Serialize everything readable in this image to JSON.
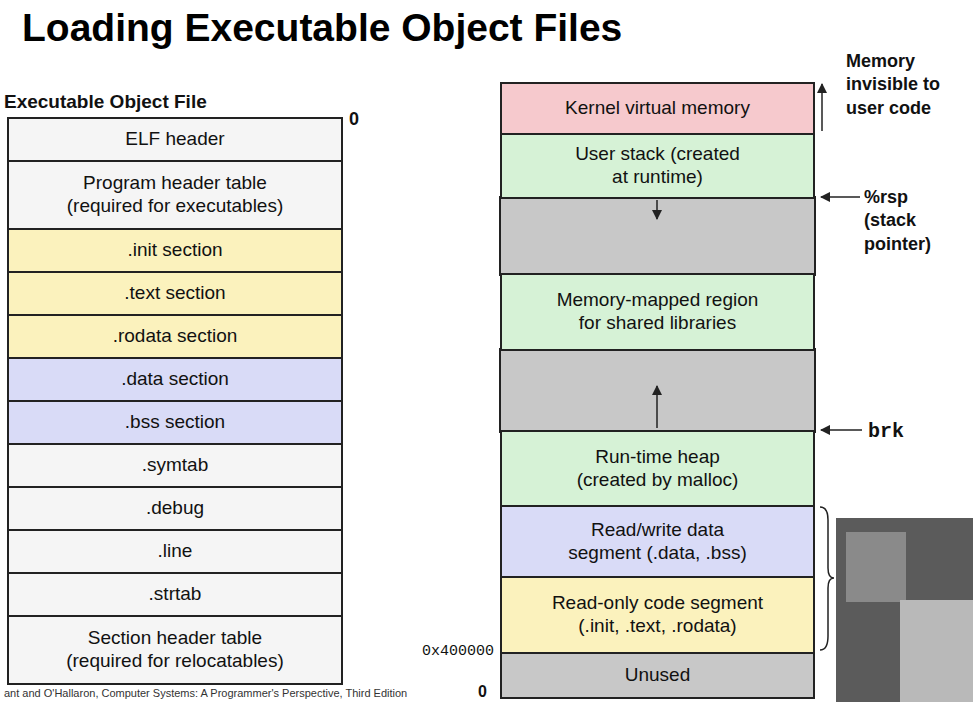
{
  "diagram": {
    "title": "Loading Executable Object Files",
    "caption": "ant and O'Hallaron, Computer Systems: A Programmer's Perspective, Third Edition",
    "nodes": [
      {
        "text": [
          "ELF header"
        ]
      },
      {
        "text": [
          "Program header table (required for executables)"
        ]
      },
      {
        "text": [
          ".init section"
        ]
      },
      {
        "text": [
          ".text section"
        ]
      },
      {
        "text": [
          ".rodata section"
        ]
      },
      {
        "text": [
          ".data section"
        ]
      },
      {
        "text": [
          ".bss section"
        ]
      },
      {
        "text": [
          ".symtab"
        ]
      },
      {
        "text": [
          ".debug"
        ]
      },
      {
        "text": [
          ".line"
        ]
      },
      {
        "text": [
          ".strtab"
        ]
      },
      {
        "text": [
          "Section header table (required for relocatables)"
        ]
      },
      {
        "text": [
          "Kernel virtual memory"
        ]
      },
      {
        "text": [
          "User stack (created at runtime)"
        ]
      },
      {
        "text": [
          "Memory-mapped region for shared libraries"
        ]
      },
      {
        "text": [
          "Run-time heap (created by malloc)"
        ]
      },
      {
        "text": [
          "Read/write data segment (.data, .bss)"
        ]
      },
      {
        "text": [
          "Read-only code segment (.init, .text, .rodata)"
        ]
      },
      {
        "text": [
          "Unused"
        ]
      }
    ],
    "labels": [
      "Executable Object File",
      "0",
      "Memory invisible to user code",
      "%rsp (stack pointer)",
      "brk",
      "0x400000",
      "0"
    ]
  }
}
